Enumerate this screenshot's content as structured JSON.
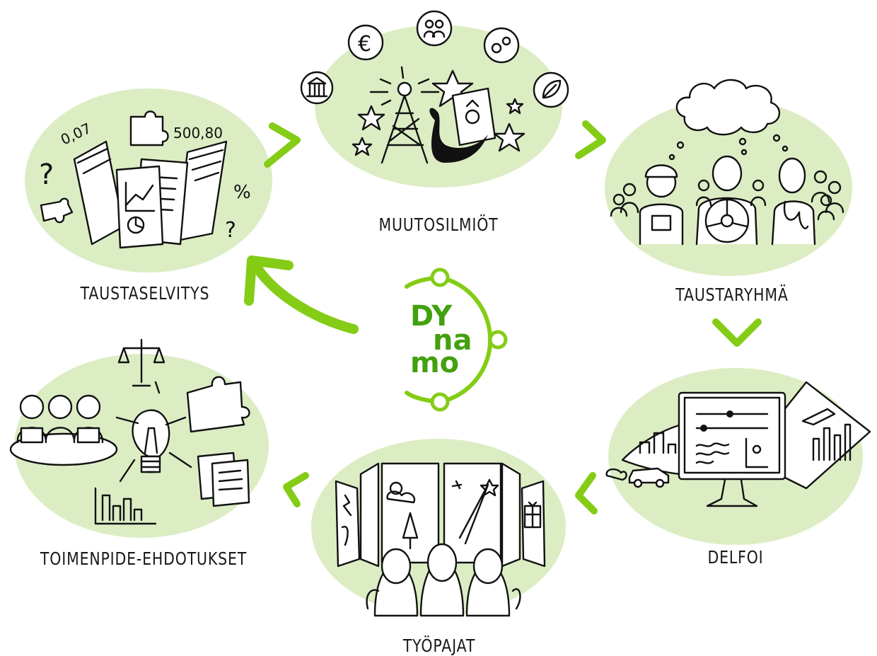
{
  "colors": {
    "blob": "#dcedc4",
    "arrow": "#84cc16",
    "logo": "#43a00f",
    "ink": "#111111"
  },
  "logo": {
    "line1": "DY",
    "line2": "na",
    "line3": "mo"
  },
  "stages": [
    {
      "id": "taustaselvitys",
      "label": "TAUSTASELVITYS",
      "icon": "books-documents-icon"
    },
    {
      "id": "muutosilmiot",
      "label": "MUUTOSILMIÖT",
      "icon": "radio-tower-black-swan-icon"
    },
    {
      "id": "taustaryhma",
      "label": "TAUSTARYHMÄ",
      "icon": "people-thinking-icon"
    },
    {
      "id": "delfoi",
      "label": "DELFOI",
      "icon": "computer-monitor-icon"
    },
    {
      "id": "tyopajat",
      "label": "TYÖPAJAT",
      "icon": "open-doors-icon"
    },
    {
      "id": "toimenpide",
      "label": "TOIMENPIDE-EHDOTUKSET",
      "icon": "lightbulb-icon"
    }
  ],
  "sketch_text": {
    "number_a": "0,07",
    "number_b": "500,80",
    "percent": "%",
    "question": "?",
    "euro": "€"
  },
  "theme_icons": [
    "bank-icon",
    "euro-icon",
    "group-icon",
    "gears-icon",
    "leaf-icon"
  ]
}
